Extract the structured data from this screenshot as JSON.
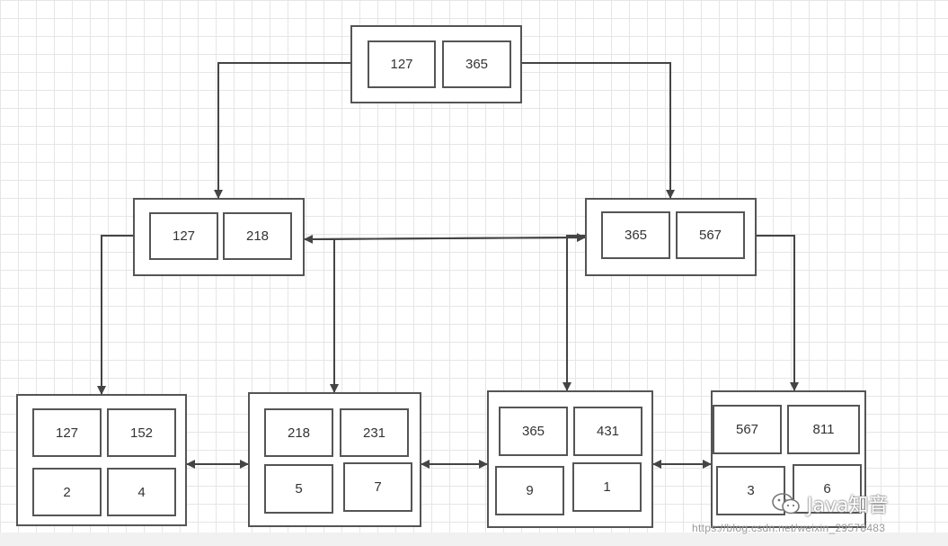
{
  "root": {
    "keys": [
      "127",
      "365"
    ]
  },
  "level1": {
    "left": {
      "keys": [
        "127",
        "218"
      ]
    },
    "right": {
      "keys": [
        "365",
        "567"
      ]
    }
  },
  "leaves": [
    {
      "keys": [
        "127",
        "152"
      ],
      "values": [
        "2",
        "4"
      ]
    },
    {
      "keys": [
        "218",
        "231"
      ],
      "values": [
        "5",
        "7"
      ]
    },
    {
      "keys": [
        "365",
        "431"
      ],
      "values": [
        "9",
        "1"
      ]
    },
    {
      "keys": [
        "567",
        "811"
      ],
      "values": [
        "3",
        "6"
      ]
    }
  ],
  "watermark": {
    "text": "Java知音",
    "icon": "wechat-icon"
  },
  "url_text": "https://blog.csdn.net/weixin_29578483",
  "colors": {
    "line": "#444444",
    "grid": "#e6e6e6"
  }
}
